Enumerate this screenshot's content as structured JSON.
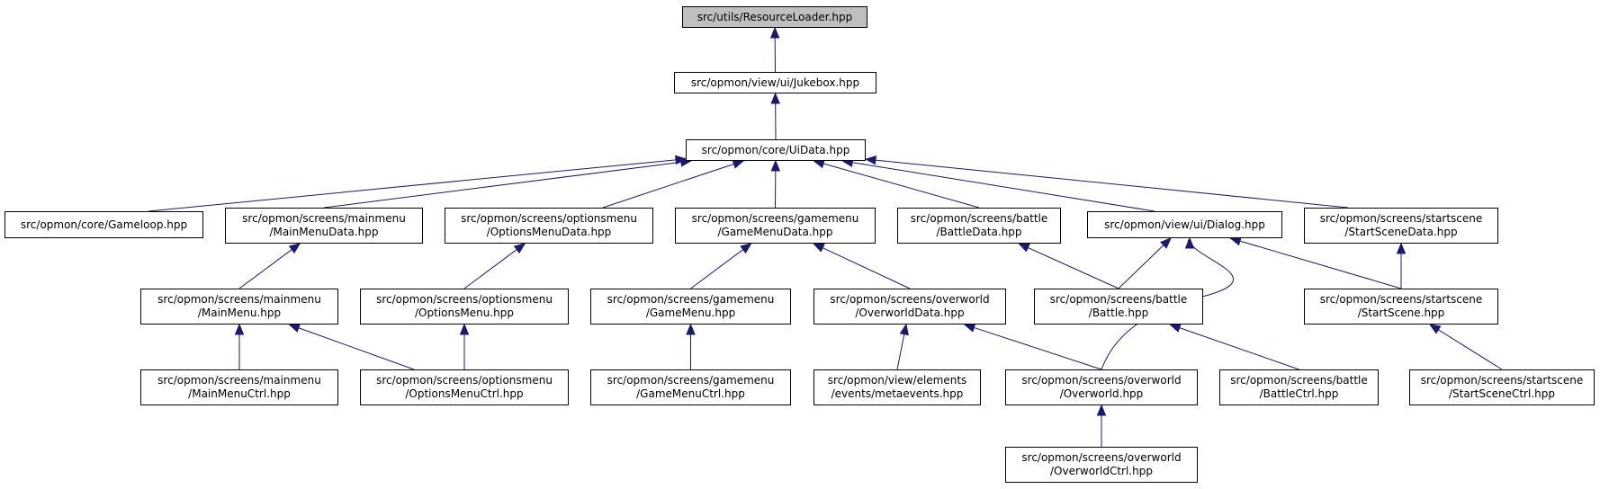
{
  "colors": {
    "edge": "#191970",
    "node_border": "#000000",
    "root_fill": "#bfbfbf",
    "node_fill": "#ffffff"
  },
  "nodes": {
    "resource_loader": [
      "src/utils/ResourceLoader.hpp"
    ],
    "jukebox": [
      "src/opmon/view/ui/Jukebox.hpp"
    ],
    "uidata": [
      "src/opmon/core/UiData.hpp"
    ],
    "gameloop": [
      "src/opmon/core/Gameloop.hpp"
    ],
    "mainmenu_data": [
      "src/opmon/screens/mainmenu",
      "/MainMenuData.hpp"
    ],
    "optionsmenu_data": [
      "src/opmon/screens/optionsmenu",
      "/OptionsMenuData.hpp"
    ],
    "gamemenu_data": [
      "src/opmon/screens/gamemenu",
      "/GameMenuData.hpp"
    ],
    "battle_data": [
      "src/opmon/screens/battle",
      "/BattleData.hpp"
    ],
    "dialog": [
      "src/opmon/view/ui/Dialog.hpp"
    ],
    "startscene_data": [
      "src/opmon/screens/startscene",
      "/StartSceneData.hpp"
    ],
    "mainmenu": [
      "src/opmon/screens/mainmenu",
      "/MainMenu.hpp"
    ],
    "optionsmenu": [
      "src/opmon/screens/optionsmenu",
      "/OptionsMenu.hpp"
    ],
    "gamemenu": [
      "src/opmon/screens/gamemenu",
      "/GameMenu.hpp"
    ],
    "overworld_data": [
      "src/opmon/screens/overworld",
      "/OverworldData.hpp"
    ],
    "battle": [
      "src/opmon/screens/battle",
      "/Battle.hpp"
    ],
    "startscene": [
      "src/opmon/screens/startscene",
      "/StartScene.hpp"
    ],
    "mainmenu_ctrl": [
      "src/opmon/screens/mainmenu",
      "/MainMenuCtrl.hpp"
    ],
    "optionsmenu_ctrl": [
      "src/opmon/screens/optionsmenu",
      "/OptionsMenuCtrl.hpp"
    ],
    "gamemenu_ctrl": [
      "src/opmon/screens/gamemenu",
      "/GameMenuCtrl.hpp"
    ],
    "metaevents": [
      "src/opmon/view/elements",
      "/events/metaevents.hpp"
    ],
    "overworld": [
      "src/opmon/screens/overworld",
      "/Overworld.hpp"
    ],
    "battle_ctrl": [
      "src/opmon/screens/battle",
      "/BattleCtrl.hpp"
    ],
    "startscene_ctrl": [
      "src/opmon/screens/startscene",
      "/StartSceneCtrl.hpp"
    ],
    "overworld_ctrl": [
      "src/opmon/screens/overworld",
      "/OverworldCtrl.hpp"
    ]
  },
  "edges": [
    [
      "jukebox",
      "resource_loader"
    ],
    [
      "uidata",
      "jukebox"
    ],
    [
      "gameloop",
      "uidata"
    ],
    [
      "mainmenu_data",
      "uidata"
    ],
    [
      "optionsmenu_data",
      "uidata"
    ],
    [
      "gamemenu_data",
      "uidata"
    ],
    [
      "battle_data",
      "uidata"
    ],
    [
      "dialog",
      "uidata"
    ],
    [
      "startscene_data",
      "uidata"
    ],
    [
      "mainmenu",
      "mainmenu_data"
    ],
    [
      "optionsmenu",
      "optionsmenu_data"
    ],
    [
      "gamemenu",
      "gamemenu_data"
    ],
    [
      "overworld_data",
      "gamemenu_data"
    ],
    [
      "battle",
      "battle_data"
    ],
    [
      "battle",
      "dialog"
    ],
    [
      "overworld",
      "dialog"
    ],
    [
      "startscene",
      "dialog"
    ],
    [
      "startscene",
      "startscene_data"
    ],
    [
      "mainmenu_ctrl",
      "mainmenu"
    ],
    [
      "optionsmenu_ctrl",
      "mainmenu"
    ],
    [
      "optionsmenu_ctrl",
      "optionsmenu"
    ],
    [
      "gamemenu_ctrl",
      "gamemenu"
    ],
    [
      "metaevents",
      "overworld_data"
    ],
    [
      "overworld",
      "overworld_data"
    ],
    [
      "battle_ctrl",
      "battle"
    ],
    [
      "startscene_ctrl",
      "startscene"
    ],
    [
      "overworld_ctrl",
      "overworld"
    ]
  ]
}
